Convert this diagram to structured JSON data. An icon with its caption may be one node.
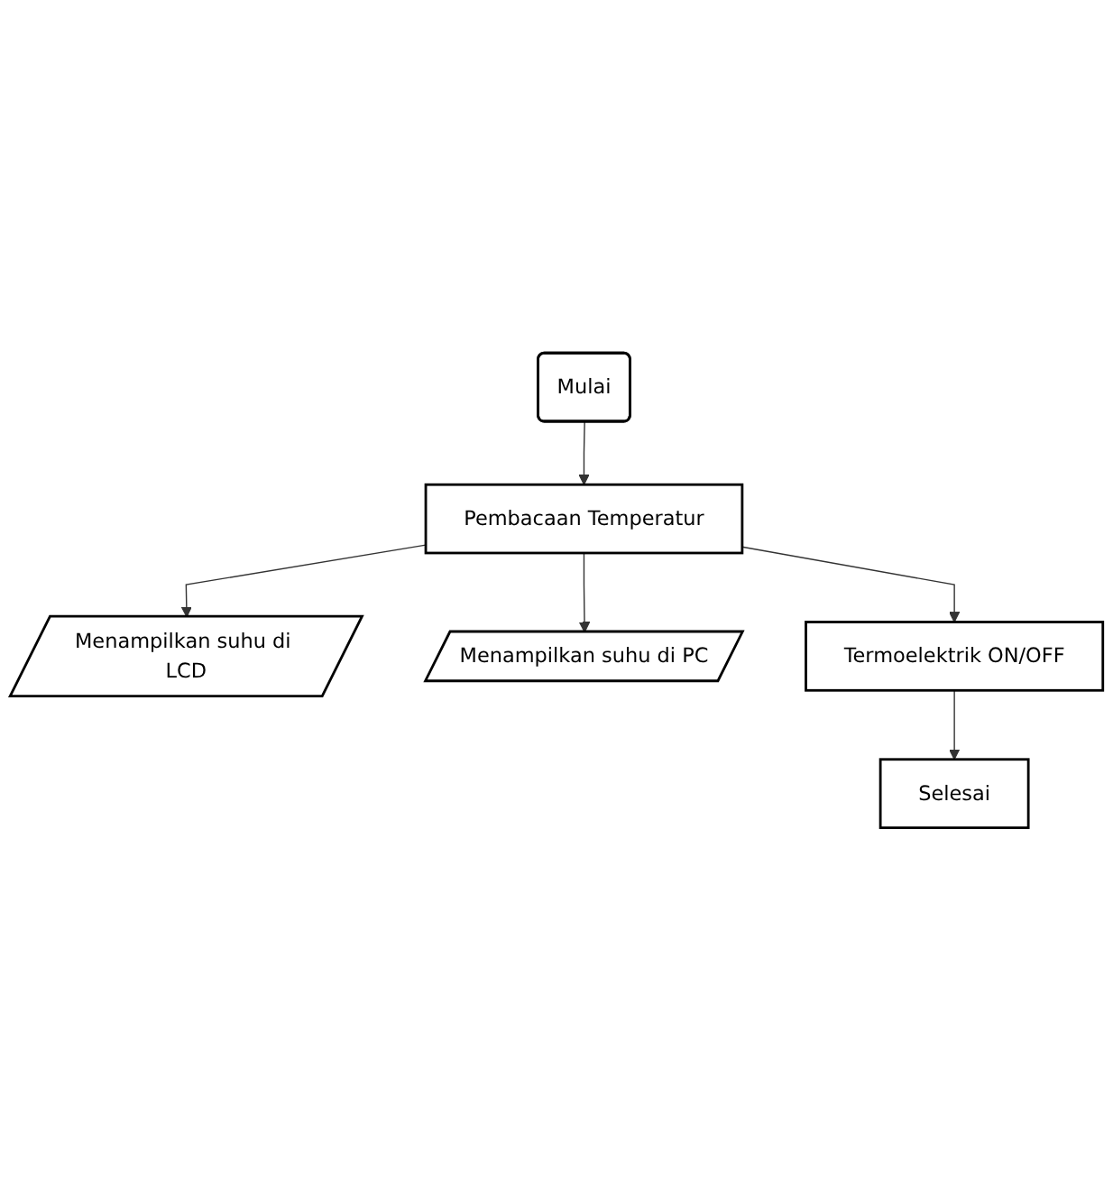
{
  "diagram": {
    "nodes": [
      {
        "text": [
          "Mulai"
        ]
      },
      {
        "text": [
          "Pembacaan Temperatur"
        ]
      },
      {
        "text": [
          "Menampilkan suhu di LCD"
        ]
      },
      {
        "text": [
          "Menampilkan suhu di PC"
        ]
      },
      {
        "text": [
          "Termoelektrik ON/OFF"
        ]
      },
      {
        "text": [
          "Selesai"
        ]
      }
    ],
    "edges": [
      {
        "from": 0,
        "to": 1,
        "arrow": "to"
      },
      {
        "from": 1,
        "to": 2,
        "arrow": "to"
      },
      {
        "from": 1,
        "to": 4,
        "arrow": "to"
      },
      {
        "from": 1,
        "to": 3,
        "arrow": "to"
      },
      {
        "from": 4,
        "to": 5,
        "arrow": "to"
      }
    ]
  }
}
